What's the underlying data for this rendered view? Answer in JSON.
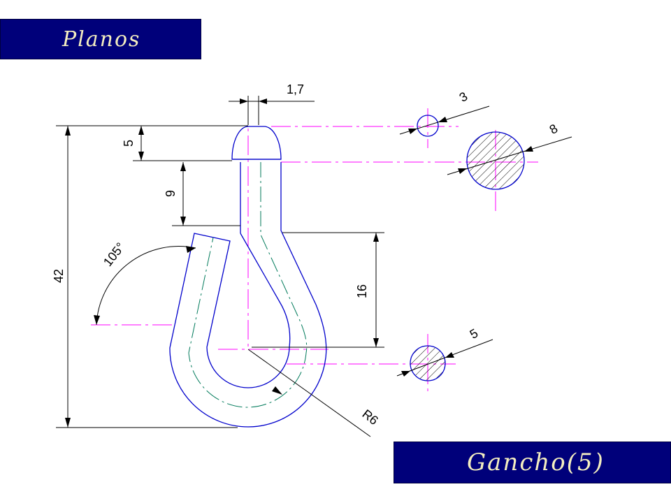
{
  "title": "Planos",
  "caption": "Gancho(5)",
  "dimensions": {
    "thickness": "1,7",
    "head_height": "5",
    "neck_length": "9",
    "total_height": "42",
    "angle": "105°",
    "hook_opening": "16",
    "radius": "R6"
  },
  "sections": {
    "small_circle": "3",
    "large_circle": "8",
    "bottom_circle": "5"
  },
  "colors": {
    "banner_bg": "#00007a",
    "banner_text": "#f4eec0",
    "outline": "#0000cc",
    "centerline": "#ff00ff",
    "hidden_axis": "#007a5a",
    "dimension": "#000000"
  }
}
